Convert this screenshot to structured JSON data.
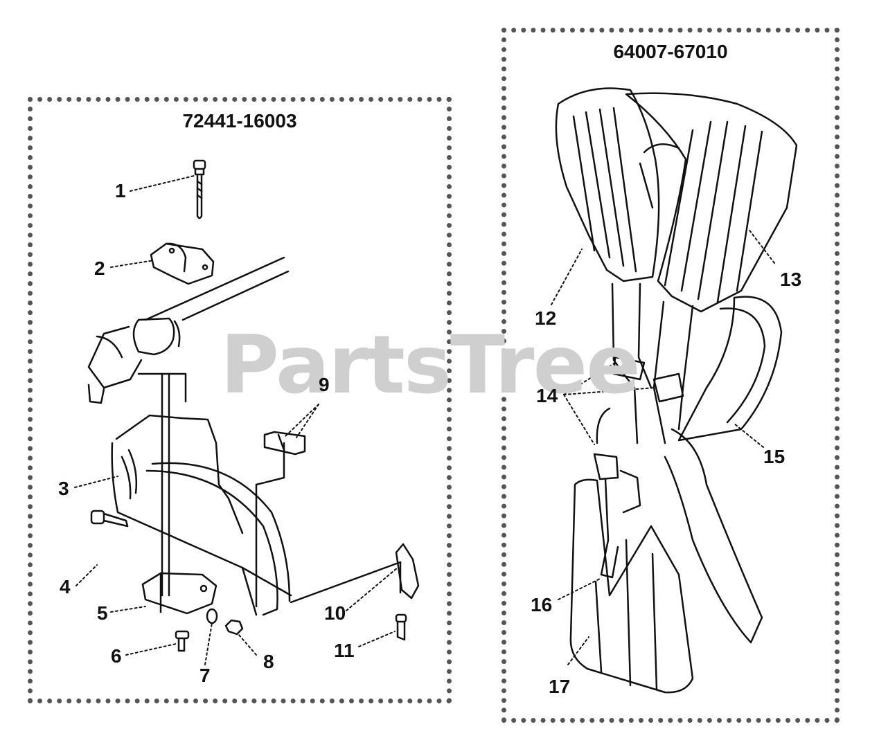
{
  "left_panel": {
    "part_number": "72441-16003"
  },
  "right_panel": {
    "part_number": "64007-67010"
  },
  "callouts": [
    "1",
    "2",
    "3",
    "4",
    "5",
    "6",
    "7",
    "8",
    "9",
    "10",
    "11",
    "12",
    "13",
    "14",
    "15",
    "16",
    "17"
  ],
  "watermark": "PartsTree",
  "colors": {
    "line": "#111111",
    "border": "#555555",
    "watermark": "#cfcfcf"
  }
}
